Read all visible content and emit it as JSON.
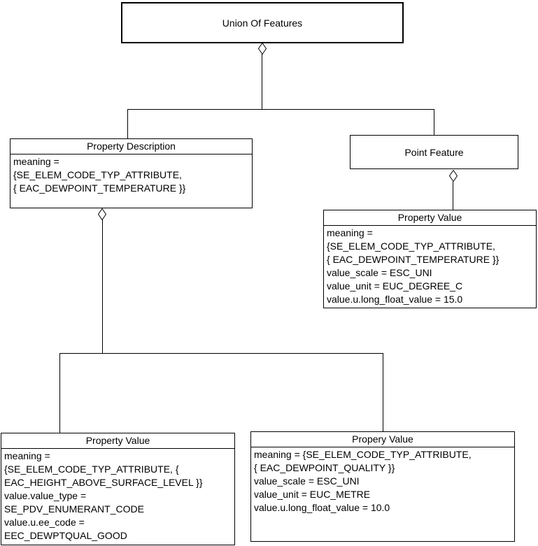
{
  "diagram": {
    "background_color": "#ffffff",
    "line_color": "#000000",
    "node_fill_color": "#ffffff",
    "nodes": {
      "union_of_features": {
        "title": "Union Of Features"
      },
      "property_description": {
        "title": "Property Description",
        "body": [
          "meaning =",
          "{SE_ELEM_CODE_TYP_ATTRIBUTE,",
          "{ EAC_DEWPOINT_TEMPERATURE }}"
        ]
      },
      "point_feature": {
        "title": "Point Feature"
      },
      "property_value_temperature": {
        "title": "Property Value",
        "body": [
          "meaning =",
          "{SE_ELEM_CODE_TYP_ATTRIBUTE,",
          "{ EAC_DEWPOINT_TEMPERATURE }}",
          "value_scale = ESC_UNI",
          "value_unit = EUC_DEGREE_C",
          "value.u.long_float_value = 15.0"
        ]
      },
      "property_value_height": {
        "title": "Property Value",
        "body": [
          "meaning =",
          "{SE_ELEM_CODE_TYP_ATTRIBUTE, {",
          "EAC_HEIGHT_ABOVE_SURFACE_LEVEL }}",
          "value.value_type =",
          "SE_PDV_ENUMERANT_CODE",
          "value.u.ee_code =",
          "EEC_DEWPTQUAL_GOOD"
        ]
      },
      "propery_value_quality": {
        "title": "Propery Value",
        "body": [
          "meaning = {SE_ELEM_CODE_TYP_ATTRIBUTE,",
          "{ EAC_DEWPOINT_QUALITY }}",
          "value_scale = ESC_UNI",
          "value_unit = EUC_METRE",
          "value.u.long_float_value = 10.0"
        ]
      }
    },
    "relationships": [
      {
        "from": "union_of_features",
        "to": "property_description",
        "type": "aggregation"
      },
      {
        "from": "union_of_features",
        "to": "point_feature",
        "type": "aggregation"
      },
      {
        "from": "point_feature",
        "to": "property_value_temperature",
        "type": "aggregation"
      },
      {
        "from": "property_description",
        "to": "property_value_height",
        "type": "aggregation"
      },
      {
        "from": "property_description",
        "to": "propery_value_quality",
        "type": "aggregation"
      }
    ]
  }
}
